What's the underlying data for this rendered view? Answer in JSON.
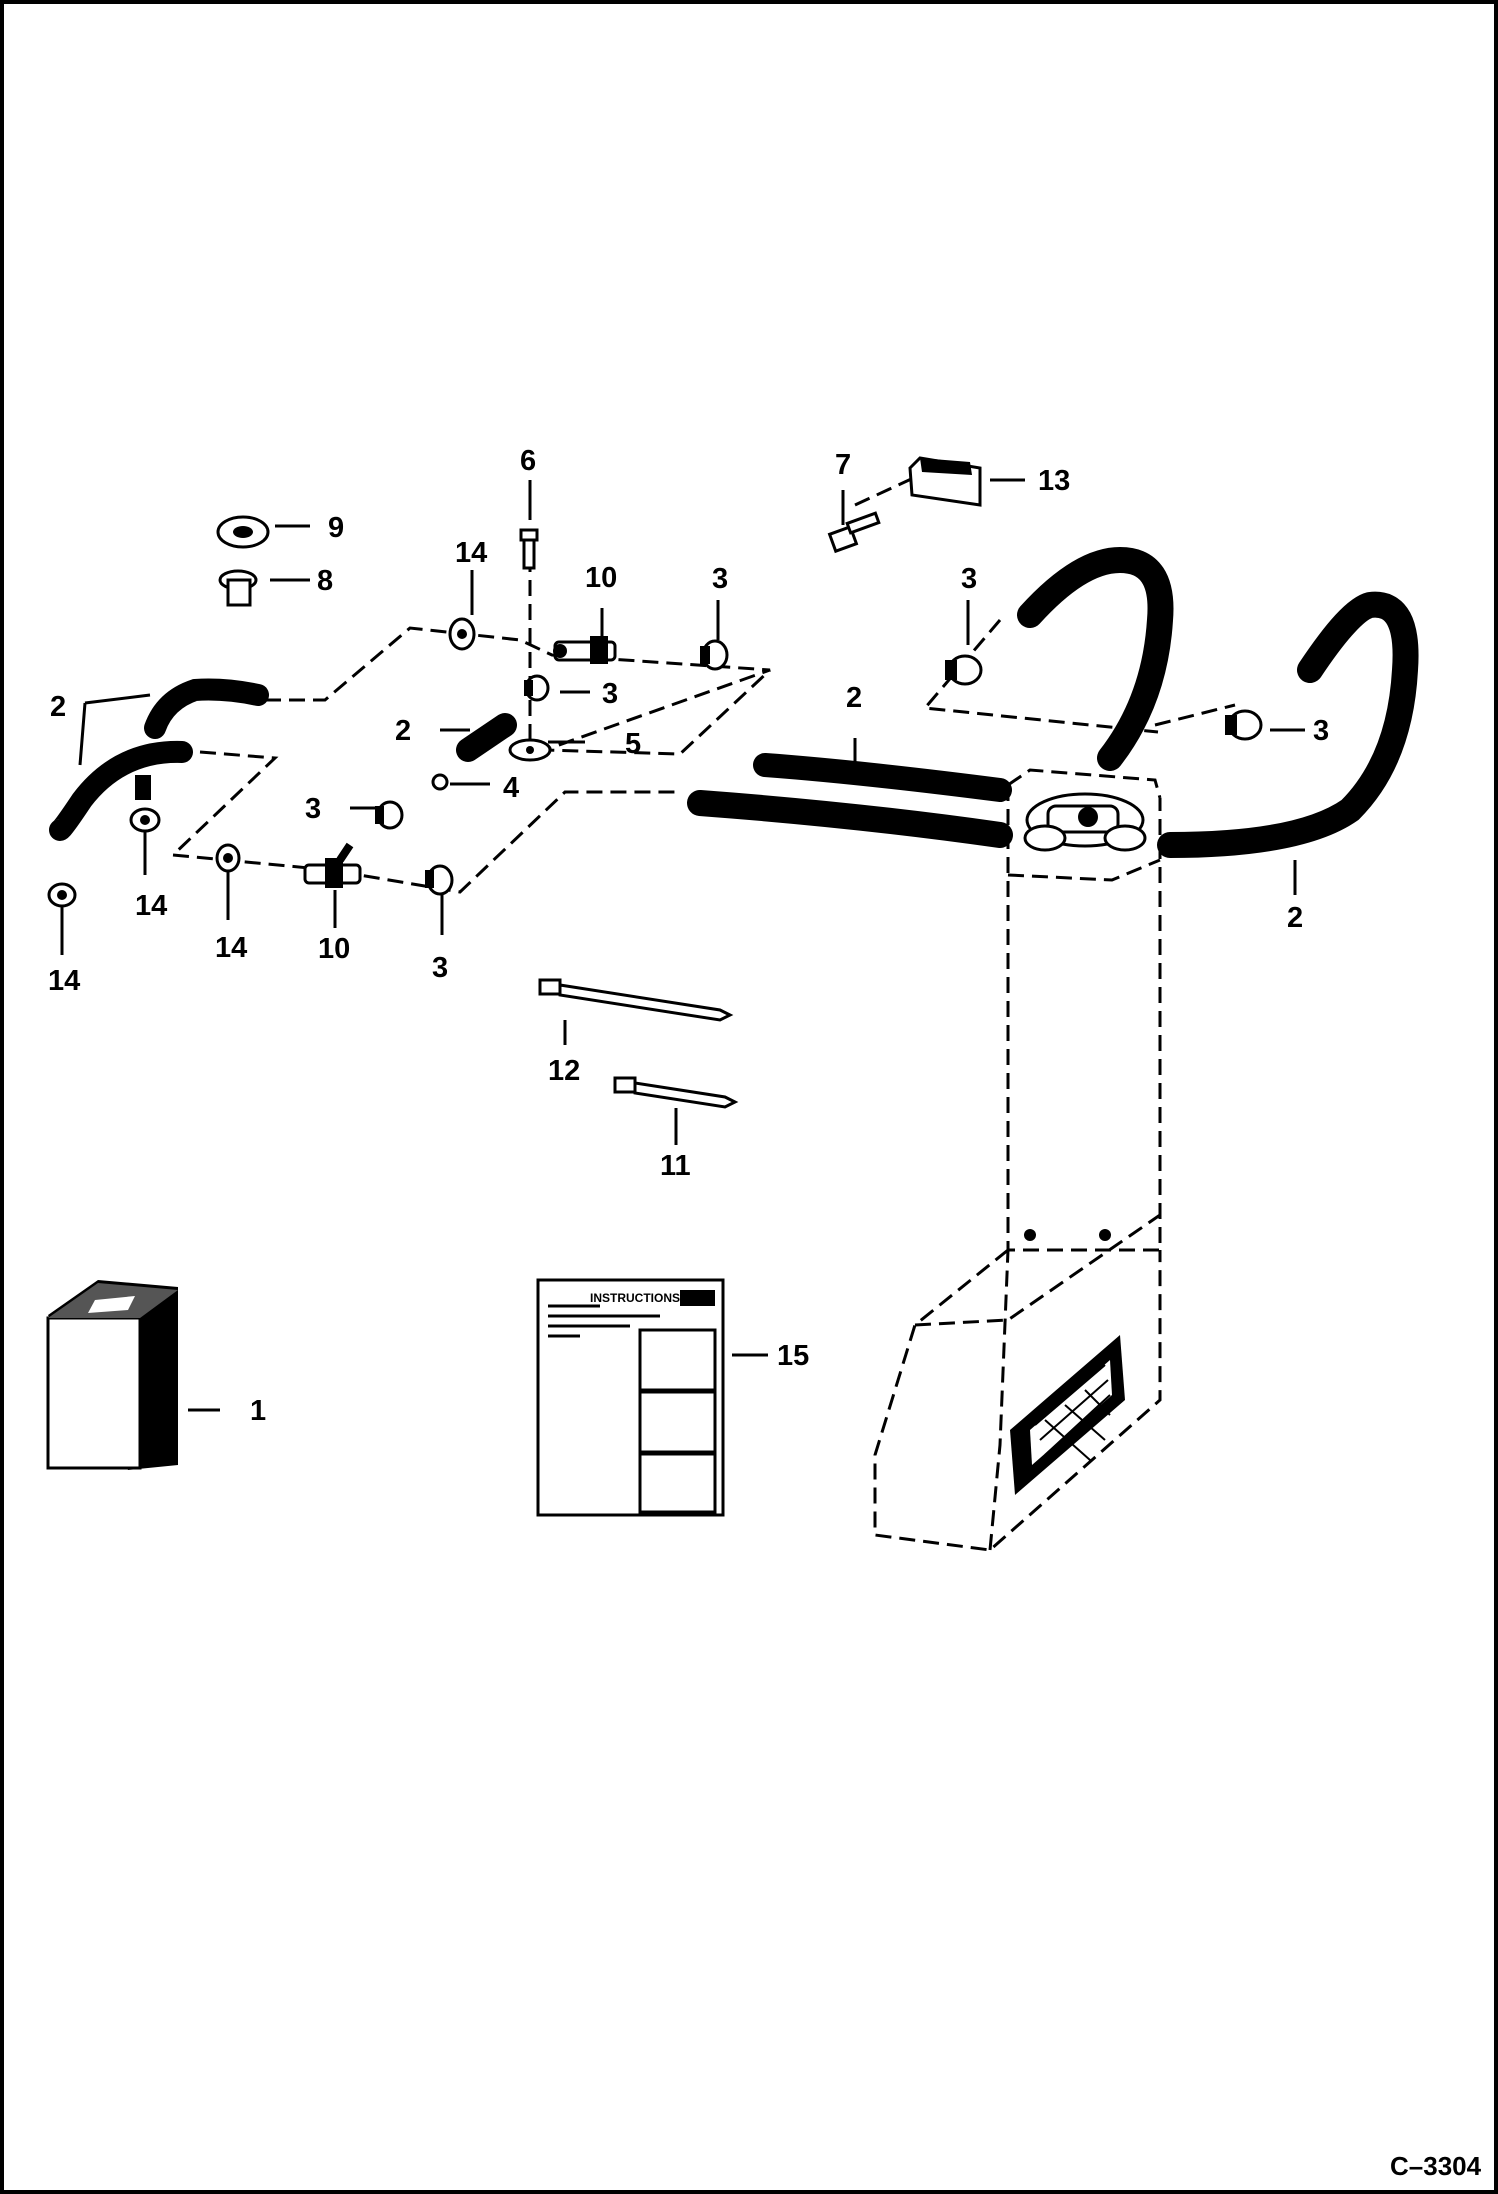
{
  "drawing": {
    "reference": "C–3304",
    "callouts": {
      "c1": "1",
      "c2a": "2",
      "c2b": "2",
      "c2c": "2",
      "c2d": "2",
      "c3a": "3",
      "c3b": "3",
      "c3c": "3",
      "c3d": "3",
      "c3e": "3",
      "c3f": "3",
      "c4": "4",
      "c5": "5",
      "c6": "6",
      "c7": "7",
      "c8": "8",
      "c9": "9",
      "c10a": "10",
      "c10b": "10",
      "c11": "11",
      "c12": "12",
      "c13": "13",
      "c14a": "14",
      "c14b": "14",
      "c14c": "14",
      "c14d": "14",
      "c15": "15"
    },
    "instruction_sheet_title": "INSTRUCTIONS"
  }
}
